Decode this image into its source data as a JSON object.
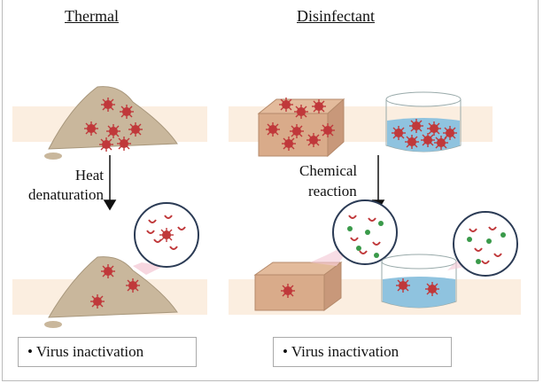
{
  "panels": {
    "thermal": {
      "title": "Thermal",
      "process": [
        "Heat",
        "denaturation"
      ],
      "result": "• Virus inactivation"
    },
    "disinfectant": {
      "title": "Disinfectant",
      "process": [
        "Chemical",
        "reaction"
      ],
      "result": "• Virus inactivation"
    }
  },
  "colors": {
    "surface": "#fbeee0",
    "virus": "#c0393b",
    "pile": "#c9b79c",
    "cube": "#d9ab8a",
    "liquid": "#8fc3df",
    "chemical": "#3a9a4a"
  }
}
